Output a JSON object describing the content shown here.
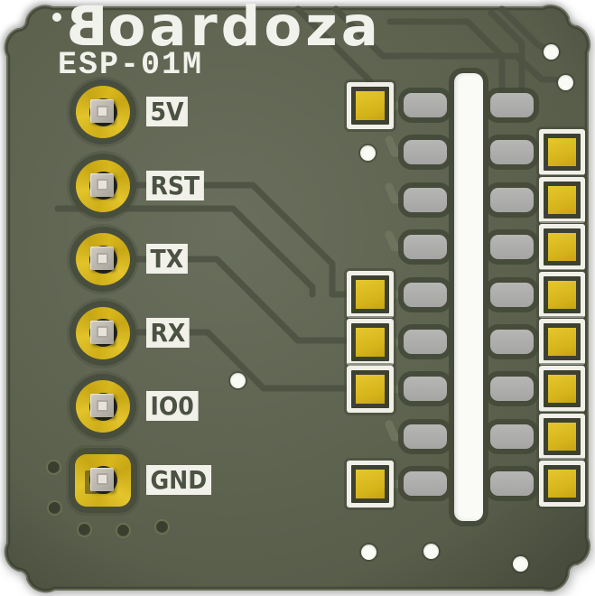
{
  "board": {
    "logo_b": "B",
    "logo_rest": "oardoza",
    "logo_full": "Boardoza",
    "model": "ESP-01M",
    "pin_labels": [
      "5V",
      "RST",
      "TX",
      "RX",
      "IO0",
      "GND"
    ]
  },
  "pcb": {
    "smd_pad_rows": 9,
    "left_castellated_rows": [
      0,
      4,
      5,
      6,
      8
    ],
    "right_castellated_rows": [
      1,
      2,
      3,
      4,
      5,
      6,
      7,
      8
    ],
    "through_hole_pins": 6,
    "drill_holes": 7,
    "vias": 5,
    "slot_count": 1
  },
  "colors": {
    "board_green": "#5c614f",
    "trace_dark": "#4d5243",
    "trace_light": "#6f745f",
    "pad_yellow": "#d9b81e",
    "pad_silver": "#acacaa",
    "silkscreen_white": "#f1f1ea",
    "label_text_green": "#4b5243",
    "hole_white": "#fbfbf5"
  }
}
